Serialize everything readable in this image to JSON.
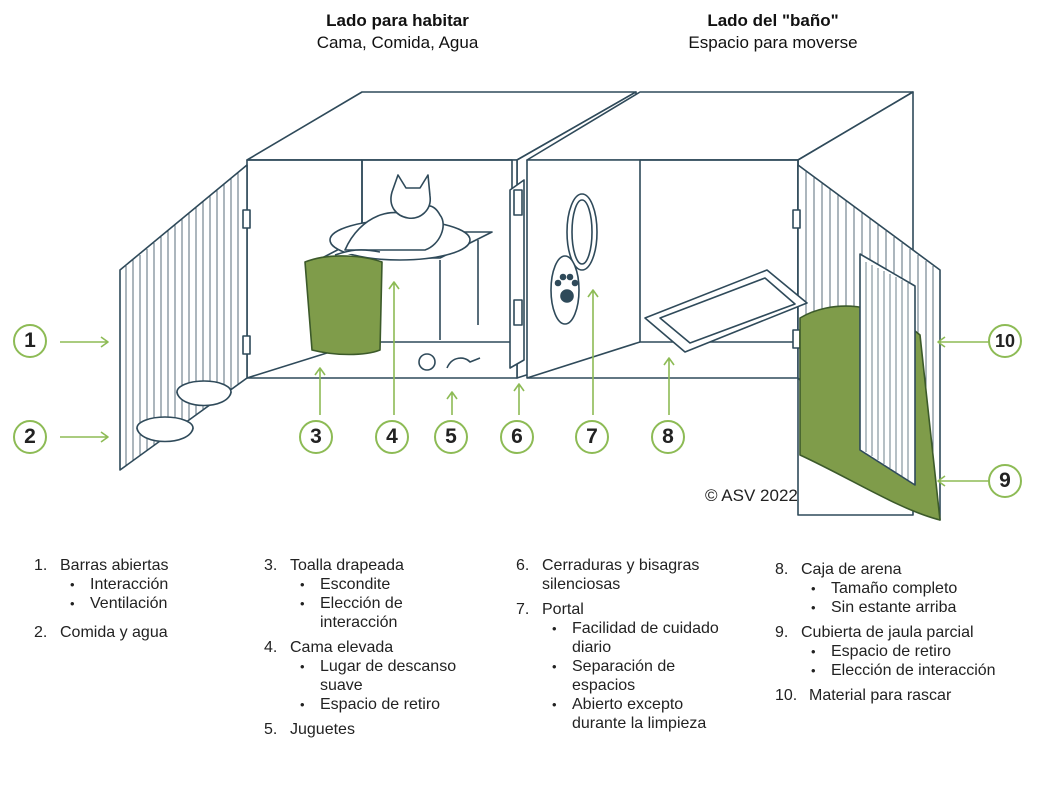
{
  "headers": {
    "living": {
      "title": "Lado para habitar",
      "subtitle": "Cama, Comida, Agua"
    },
    "bathroom": {
      "title": "Lado del \"baño\"",
      "subtitle": "Espacio para moverse"
    }
  },
  "callouts": [
    "1",
    "2",
    "3",
    "4",
    "5",
    "6",
    "7",
    "8",
    "9",
    "10"
  ],
  "copyright": "© ASV 2022",
  "colors": {
    "accent_green": "#8dbb55",
    "towel_green": "#7f9c4a",
    "line": "#2f4a5a"
  },
  "legend": {
    "col1": [
      {
        "num": "1.",
        "label": "Barras abiertas",
        "bullets": [
          "Interacción",
          "Ventilación"
        ]
      },
      {
        "num": "2.",
        "label": "Comida y agua",
        "bullets": []
      }
    ],
    "col2": [
      {
        "num": "3.",
        "label": "Toalla drapeada",
        "bullets": [
          "Escondite",
          "Elección de interacción"
        ]
      },
      {
        "num": "4.",
        "label": "Cama elevada",
        "bullets": [
          "Lugar de descanso suave",
          "Espacio de retiro"
        ]
      },
      {
        "num": "5.",
        "label": "Juguetes",
        "bullets": []
      }
    ],
    "col3": [
      {
        "num": "6.",
        "label": "Cerraduras y bisagras silenciosas",
        "bullets": []
      },
      {
        "num": "7.",
        "label": "Portal",
        "bullets": [
          "Facilidad de cuidado diario",
          "Separación de espacios",
          "Abierto excepto durante la limpieza"
        ]
      }
    ],
    "col4": [
      {
        "num": "8.",
        "label": "Caja de arena",
        "bullets": [
          "Tamaño completo",
          "Sin estante arriba"
        ]
      },
      {
        "num": "9.",
        "label": "Cubierta de jaula parcial",
        "bullets": [
          "Espacio de retiro",
          "Elección de interacción"
        ]
      },
      {
        "num": "10.",
        "label": "Material para rascar",
        "bullets": []
      }
    ]
  }
}
